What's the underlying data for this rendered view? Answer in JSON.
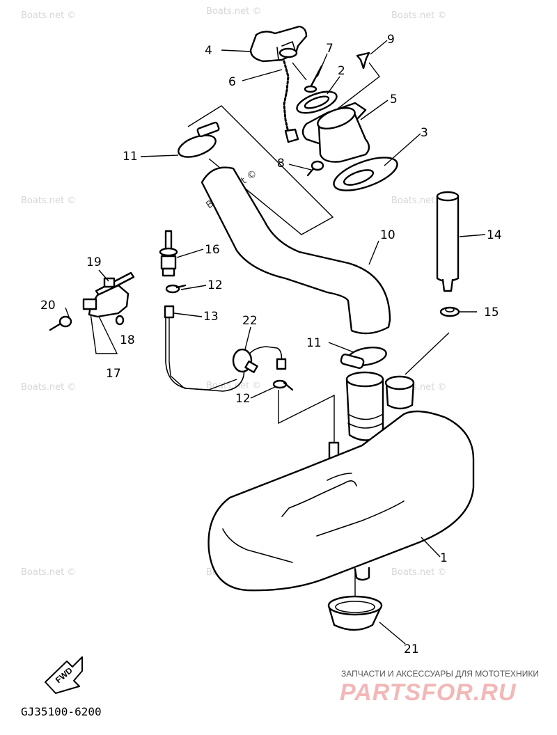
{
  "watermark": "Boats.net ©",
  "callouts": [
    {
      "id": "c4",
      "label": "4"
    },
    {
      "id": "c7",
      "label": "7"
    },
    {
      "id": "c9",
      "label": "9"
    },
    {
      "id": "c2",
      "label": "2"
    },
    {
      "id": "c6",
      "label": "6"
    },
    {
      "id": "c5",
      "label": "5"
    },
    {
      "id": "c3",
      "label": "3"
    },
    {
      "id": "c11a",
      "label": "11"
    },
    {
      "id": "c8",
      "label": "8"
    },
    {
      "id": "c10",
      "label": "10"
    },
    {
      "id": "c14",
      "label": "14"
    },
    {
      "id": "c16",
      "label": "16"
    },
    {
      "id": "c19",
      "label": "19"
    },
    {
      "id": "c12a",
      "label": "12"
    },
    {
      "id": "c20",
      "label": "20"
    },
    {
      "id": "c13",
      "label": "13"
    },
    {
      "id": "c15",
      "label": "15"
    },
    {
      "id": "c22",
      "label": "22"
    },
    {
      "id": "c18",
      "label": "18"
    },
    {
      "id": "c11b",
      "label": "11"
    },
    {
      "id": "c17",
      "label": "17"
    },
    {
      "id": "c12b",
      "label": "12"
    },
    {
      "id": "c1",
      "label": "1"
    },
    {
      "id": "c21",
      "label": "21"
    }
  ],
  "fwd_label": "FWD",
  "diagram_code": "GJ35100-6200",
  "brand": {
    "tagline": "ЗАПЧАСТИ И АКСЕССУАРЫ ДЛЯ МОТОТЕХНИКИ",
    "logo": "PARTSFOR.RU"
  }
}
